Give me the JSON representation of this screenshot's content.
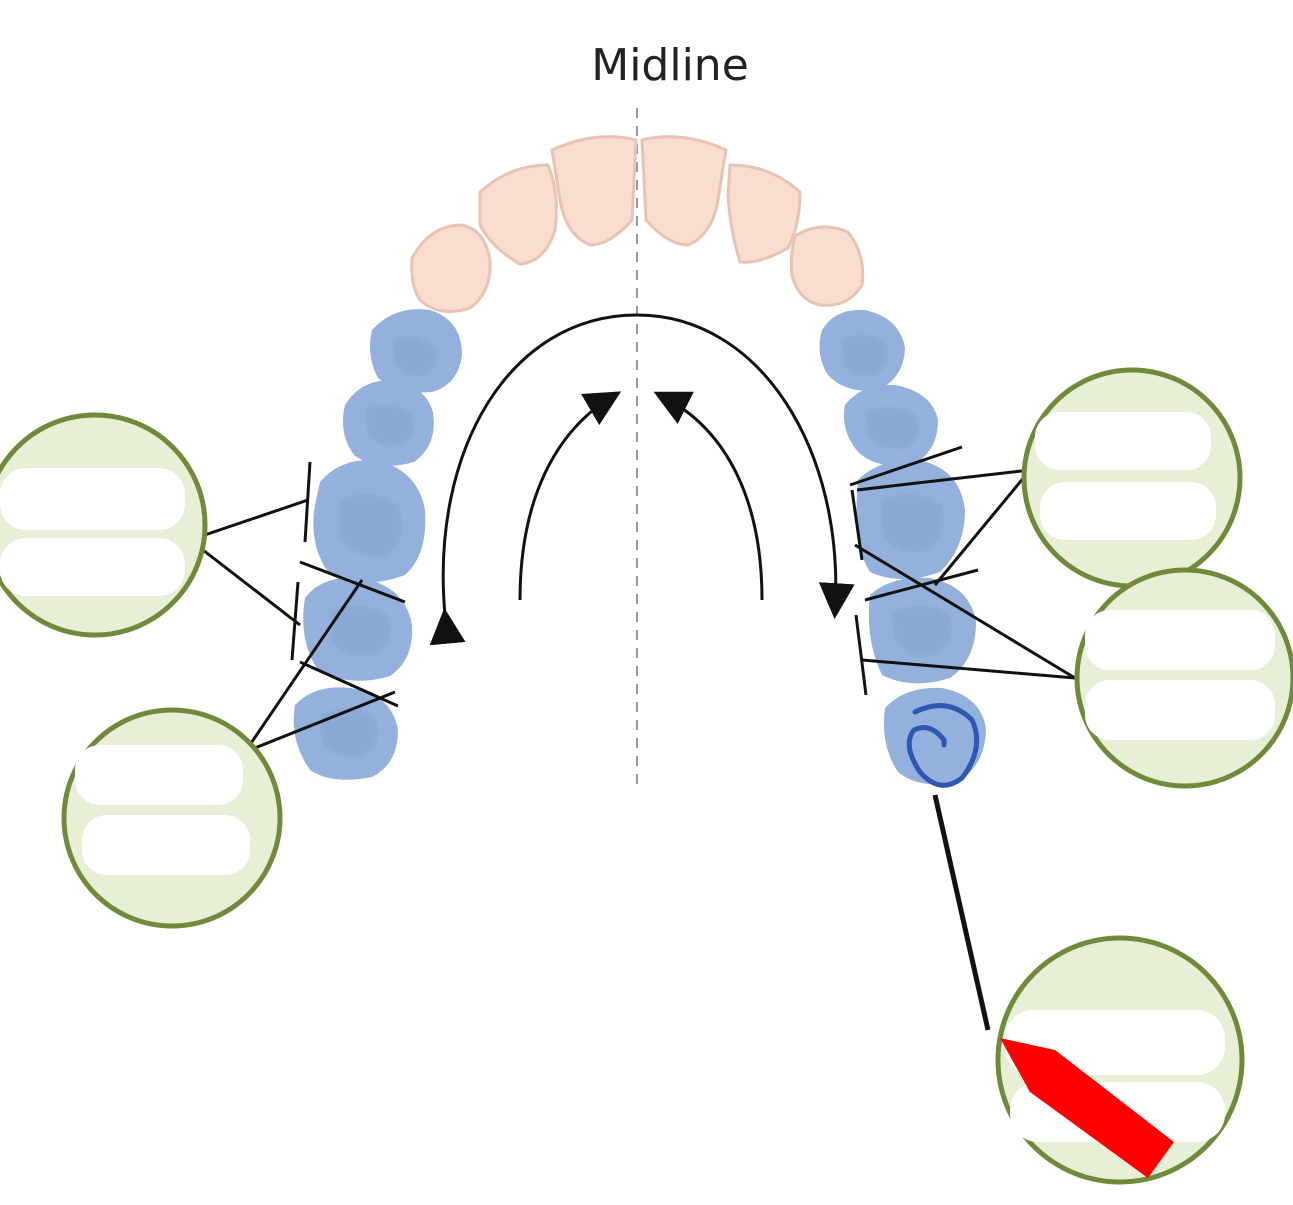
{
  "diagram": {
    "title": "Midline",
    "colors": {
      "anterior_tooth": "#f9ddd0",
      "anterior_outline": "#e8c3b3",
      "posterior_tooth": "#93b1dc",
      "posterior_shadow": "#7f9dca",
      "label_ring": "#6f8a3a",
      "label_fill": "#e7f0d6",
      "label_blank": "#ffffff",
      "pointer_red": "#ff0000",
      "marker_blue": "#2e57b3",
      "line": "#111111"
    },
    "labels": [
      {
        "id": "left-upper"
      },
      {
        "id": "left-lower"
      },
      {
        "id": "right-upper"
      },
      {
        "id": "right-middle"
      },
      {
        "id": "right-bottom"
      }
    ]
  }
}
